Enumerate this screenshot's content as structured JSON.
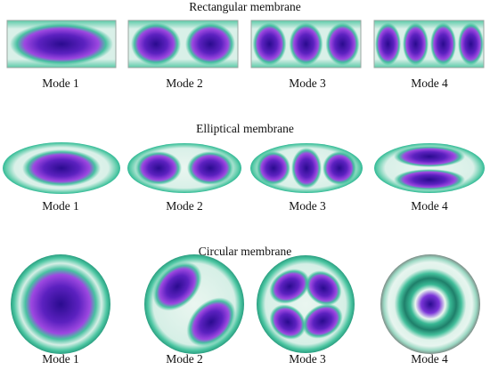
{
  "sections": [
    {
      "title": "Rectangular membrane",
      "shape": "rectangle",
      "modes": [
        {
          "label": "Mode 1",
          "pattern": "1x1 antinodes"
        },
        {
          "label": "Mode 2",
          "pattern": "2x1 antinodes"
        },
        {
          "label": "Mode 3",
          "pattern": "3x1 antinodes"
        },
        {
          "label": "Mode 4",
          "pattern": "4x1 antinodes"
        }
      ]
    },
    {
      "title": "Elliptical membrane",
      "shape": "ellipse",
      "modes": [
        {
          "label": "Mode 1",
          "pattern": "single antinode"
        },
        {
          "label": "Mode 2",
          "pattern": "two antinodes side by side"
        },
        {
          "label": "Mode 3",
          "pattern": "three antinodes side by side"
        },
        {
          "label": "Mode 4",
          "pattern": "two antinodes stacked"
        }
      ]
    },
    {
      "title": "Circular membrane",
      "shape": "circle",
      "modes": [
        {
          "label": "Mode 1",
          "pattern": "single central antinode"
        },
        {
          "label": "Mode 2",
          "pattern": "two antinodes, diagonal nodal line"
        },
        {
          "label": "Mode 3",
          "pattern": "four antinodes, cross nodal lines"
        },
        {
          "label": "Mode 4",
          "pattern": "central antinode with rings"
        }
      ]
    }
  ],
  "colors": {
    "background": "#ffffff",
    "node": "#eaf6f0",
    "rim": "#2fb895",
    "mid": "#6b2dc4",
    "antinode": "#2a0b8f",
    "frame": "#9aa6a0"
  }
}
